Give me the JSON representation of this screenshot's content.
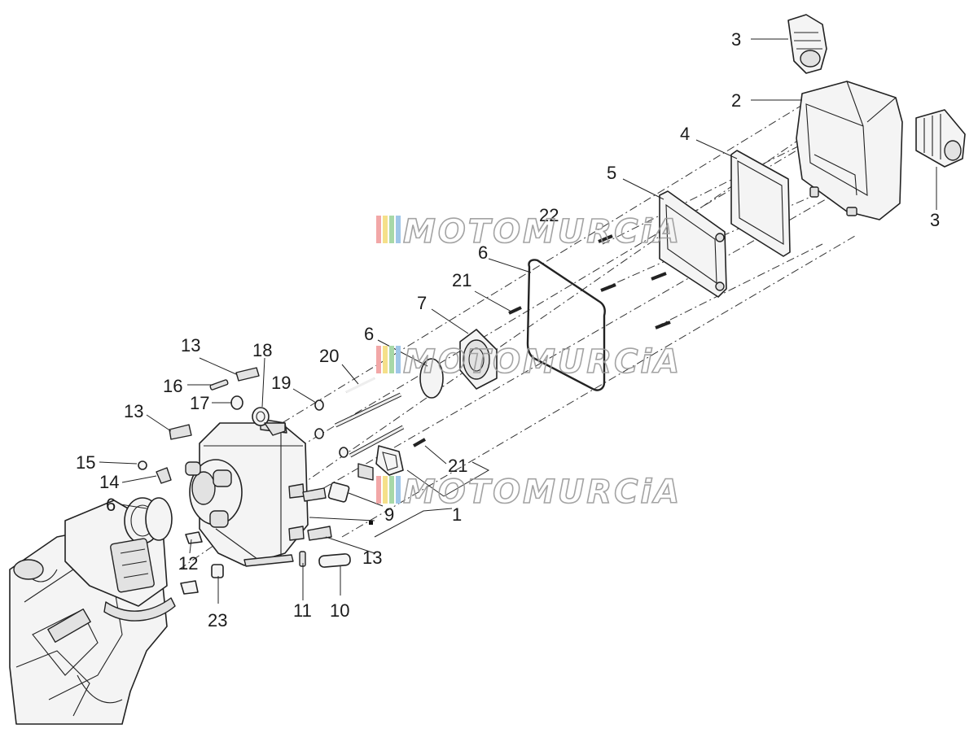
{
  "watermark": {
    "text": "MOTOMURCiA",
    "stripe_colors": [
      "#f2a7a7",
      "#f5e08a",
      "#a8d8a8",
      "#9fc6e8"
    ]
  },
  "callouts": [
    "1",
    "2",
    "3",
    "3",
    "4",
    "5",
    "6",
    "6",
    "6",
    "7",
    "9",
    "10",
    "11",
    "12",
    "13",
    "13",
    "13",
    "14",
    "15",
    "16",
    "17",
    "18",
    "19",
    "20",
    "21",
    "21",
    "22",
    "23"
  ]
}
